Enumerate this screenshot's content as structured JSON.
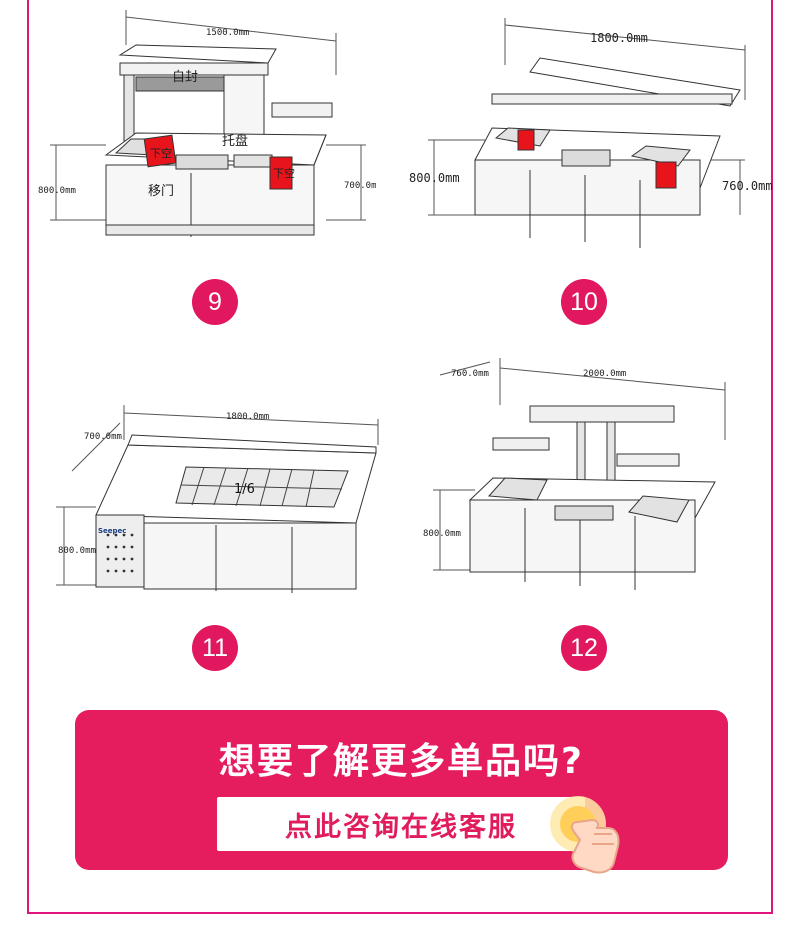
{
  "items": [
    {
      "number": "9",
      "dims": {
        "width": "1500.0mm",
        "left_height": "800.0mm",
        "right_height": "700.0mm"
      },
      "labels": {
        "top": "自封",
        "tray": "托盘",
        "door": "移门",
        "sink_a": "下空",
        "sink_b": "下空"
      }
    },
    {
      "number": "10",
      "dims": {
        "width": "1800.0mm",
        "left_height": "800.0mm",
        "right_height": "760.0mm"
      }
    },
    {
      "number": "11",
      "dims": {
        "width": "1800.0mm",
        "depth": "700.0mm",
        "height": "800.0mm"
      },
      "labels": {
        "pan": "1/6",
        "brand": "Seepec"
      }
    },
    {
      "number": "12",
      "dims": {
        "width": "2000.0mm",
        "depth": "760.0mm",
        "height": "800.0mm"
      }
    }
  ],
  "cta": {
    "headline": "想要了解更多单品吗?",
    "button_label": "点此咨询在线客服"
  },
  "colors": {
    "accent": "#e51d5f",
    "frame": "#e0147a",
    "sink_red": "#e8141b"
  },
  "icons": {
    "hand": "pointing-hand-icon"
  }
}
